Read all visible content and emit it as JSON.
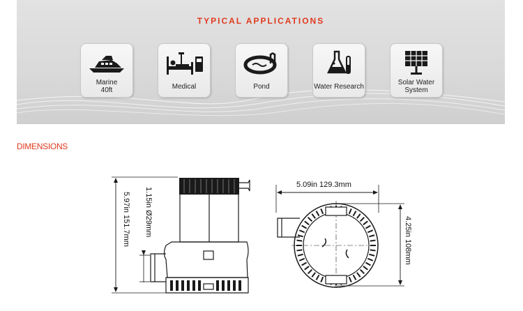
{
  "applications": {
    "title": "TYPICAL APPLICATIONS",
    "items": [
      {
        "line1": "Marine",
        "line2": "40ft",
        "icon": "yacht-icon"
      },
      {
        "line1": "Medical",
        "line2": "",
        "icon": "hospital-bed-icon"
      },
      {
        "line1": "Pond",
        "line2": "",
        "icon": "pond-icon"
      },
      {
        "line1": "Water Research",
        "line2": "",
        "icon": "lab-flask-icon"
      },
      {
        "line1": "Solar Water",
        "line2": "System",
        "icon": "solar-panel-icon"
      }
    ]
  },
  "dimensions": {
    "title": "DIMENSIONS",
    "height_label": "5.97in  151.7mm",
    "outlet_label": "1.15in  Ø29mm",
    "width_label": "5.09in  129.3mm",
    "depth_label": "4.25in  108mm"
  },
  "colors": {
    "accent": "#e03a1e",
    "panel": "#d9d9d9"
  }
}
